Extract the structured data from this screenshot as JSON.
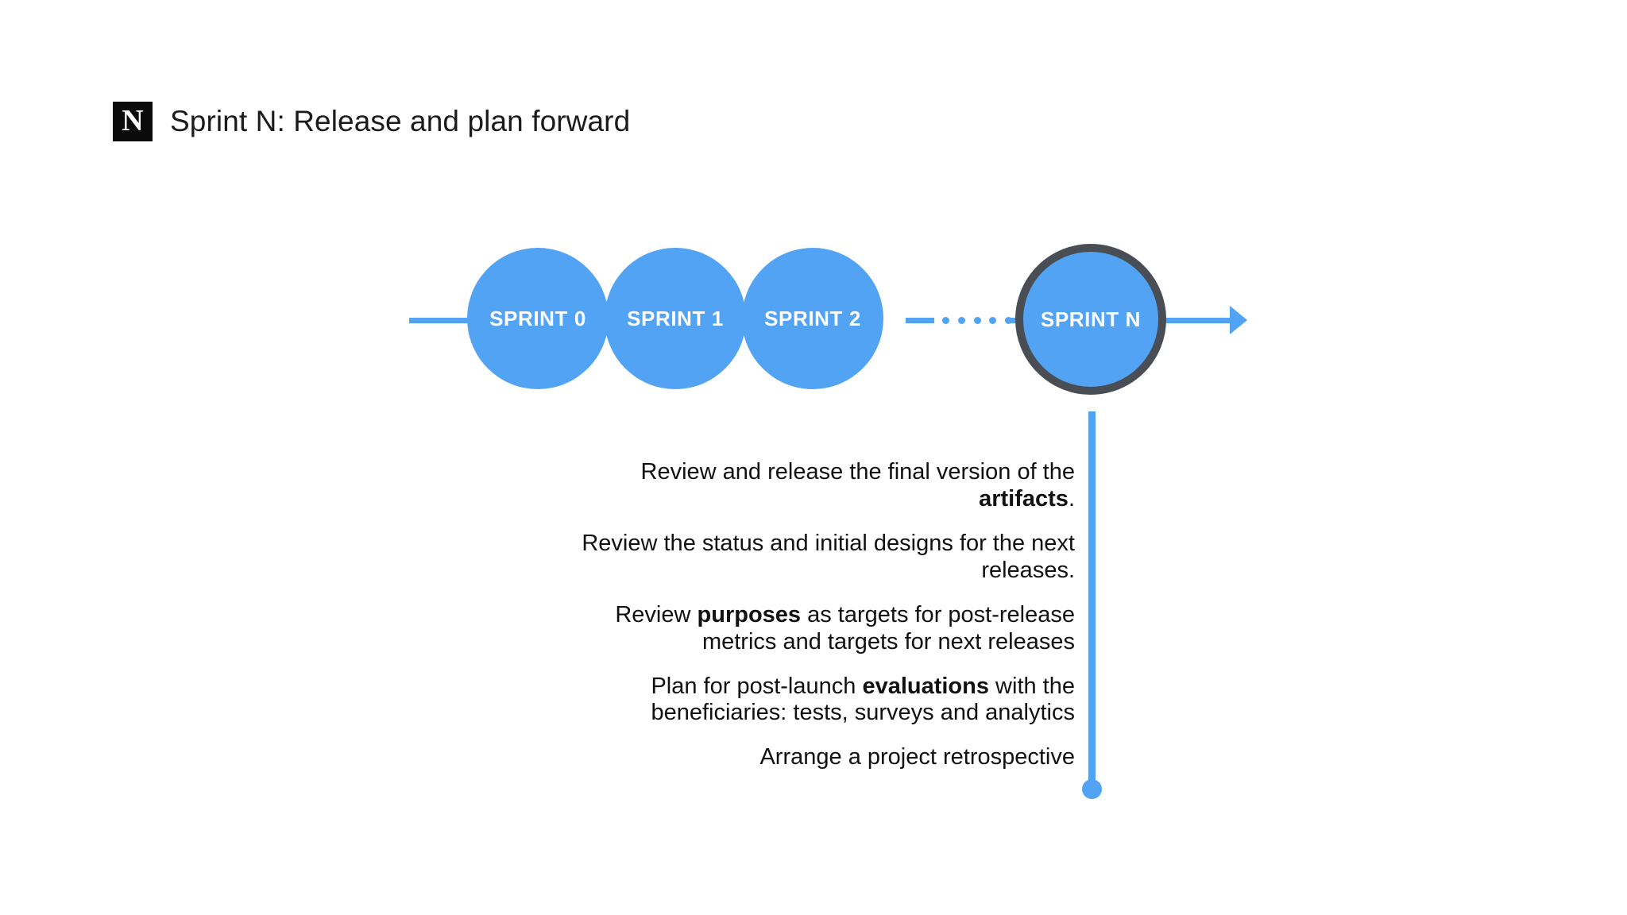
{
  "header": {
    "logo_glyph": "N",
    "logo_name": "notion-logo-icon",
    "title": "Sprint N: Release and plan forward"
  },
  "timeline": {
    "accent_color": "#52a3f4",
    "ring_color": "#494e54",
    "nodes": [
      {
        "label": "SPRINT 0",
        "highlighted": false
      },
      {
        "label": "SPRINT 1",
        "highlighted": false
      },
      {
        "label": "SPRINT 2",
        "highlighted": false
      },
      {
        "label": "SPRINT N",
        "highlighted": true
      }
    ],
    "gap_dot_count": 5,
    "arrow_direction": "right"
  },
  "bullets": [
    {
      "parts": [
        {
          "text": "Review and release the final version of the ",
          "bold": false
        },
        {
          "text": "artifacts",
          "bold": true
        },
        {
          "text": ".",
          "bold": false
        }
      ]
    },
    {
      "parts": [
        {
          "text": "Review the status and initial designs for the next releases.",
          "bold": false
        }
      ]
    },
    {
      "parts": [
        {
          "text": "Review ",
          "bold": false
        },
        {
          "text": "purposes",
          "bold": true
        },
        {
          "text": " as targets for post-release metrics and targets for next releases",
          "bold": false
        }
      ]
    },
    {
      "parts": [
        {
          "text": "Plan for post-launch ",
          "bold": false
        },
        {
          "text": "evaluations",
          "bold": true
        },
        {
          "text": " with the beneficiaries: tests, surveys and analytics",
          "bold": false
        }
      ]
    },
    {
      "parts": [
        {
          "text": "Arrange a project retrospective",
          "bold": false
        }
      ]
    }
  ]
}
